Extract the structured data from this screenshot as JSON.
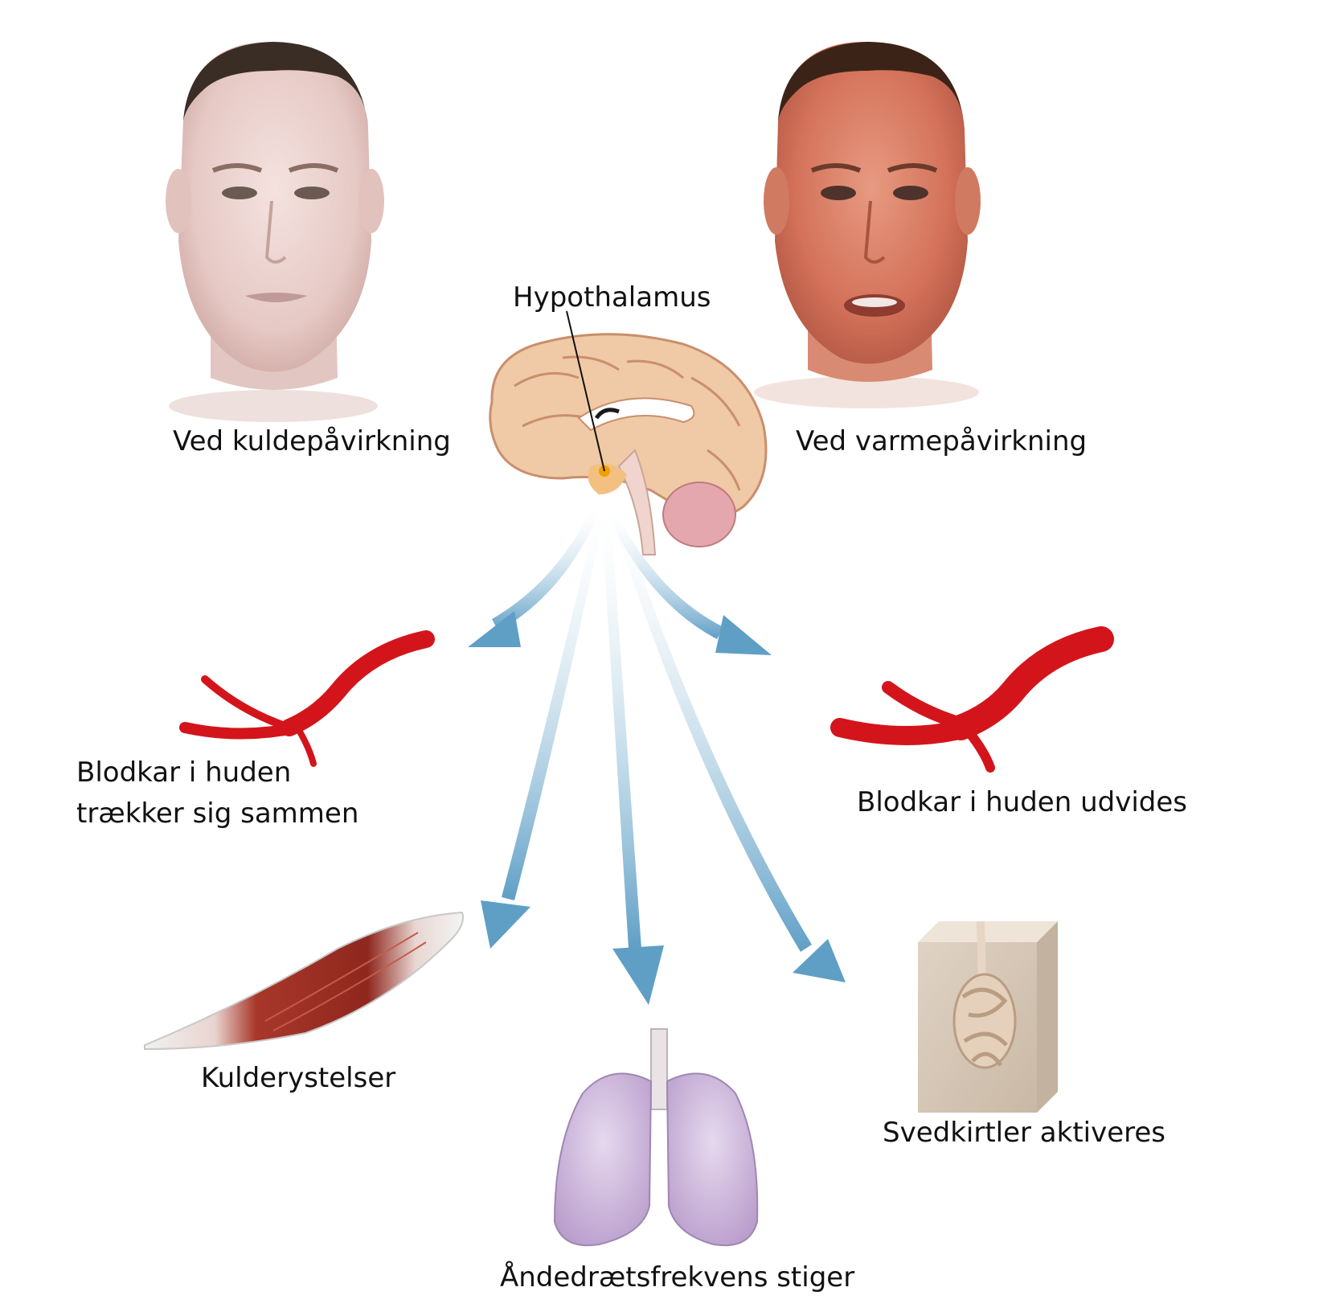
{
  "colors": {
    "arrow": "#6aa8cc",
    "artery": "#d3151b",
    "muscle": "#9e2f24",
    "lung": "#c9b3d6",
    "gland_block": "#d6c9b9",
    "brain": "#f0c9a6",
    "cold_skin": "#ecd4cf",
    "warm_skin": "#d97a60",
    "hypothalamus_dot": "#f0a000"
  },
  "labels": {
    "hypothalamus": "Hypothalamus",
    "cold": "Ved kuldepåvirkning",
    "warm": "Ved varmepåvirkning",
    "constrict_line1": "Blodkar i huden",
    "constrict_line2": "trækker sig sammen",
    "dilate": "Blodkar i huden udvides",
    "shiver": "Kulderystelser",
    "breath": "Åndedrætsfrekvens stiger",
    "sweat": "Svedkirtler aktiveres"
  },
  "icons": {
    "cold_face": "face-cold-pale-icon",
    "warm_face": "face-warm-flushed-icon",
    "brain": "brain-sagittal-icon",
    "vessel_constricted": "blood-vessel-narrow-icon",
    "vessel_dilated": "blood-vessel-wide-icon",
    "muscle": "muscle-icon",
    "lungs": "lungs-icon",
    "sweat_gland": "sweat-gland-icon"
  }
}
